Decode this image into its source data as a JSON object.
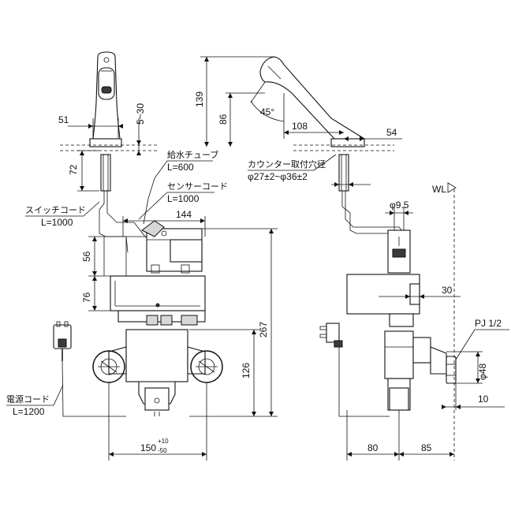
{
  "dimensions": {
    "d51": "51",
    "d5_30": "5~30",
    "d72": "72",
    "d56": "56",
    "d76": "76",
    "d144": "144",
    "d267": "267",
    "d126": "126",
    "d150": "150",
    "d150_tol_plus": "+10",
    "d150_tol_minus": "-50",
    "d139": "139",
    "d86": "86",
    "d45": "45°",
    "d108": "108",
    "d54": "54",
    "d9_5": "φ9.5",
    "d30": "30",
    "d48": "φ48",
    "d10": "10",
    "d80": "80",
    "d85": "85"
  },
  "labels": {
    "supply_tube": "給水チューブ",
    "supply_tube_len": "L=600",
    "sensor_cord": "センサーコード",
    "sensor_cord_len": "L=1000",
    "switch_cord": "スイッチコード",
    "switch_cord_len": "L=1000",
    "power_cord": "電源コード",
    "power_cord_len": "L=1200",
    "counter_hole": "カウンター取付穴径",
    "counter_hole_size": "φ27±2~φ36±2",
    "wl": "WL",
    "pj": "PJ 1/2"
  }
}
